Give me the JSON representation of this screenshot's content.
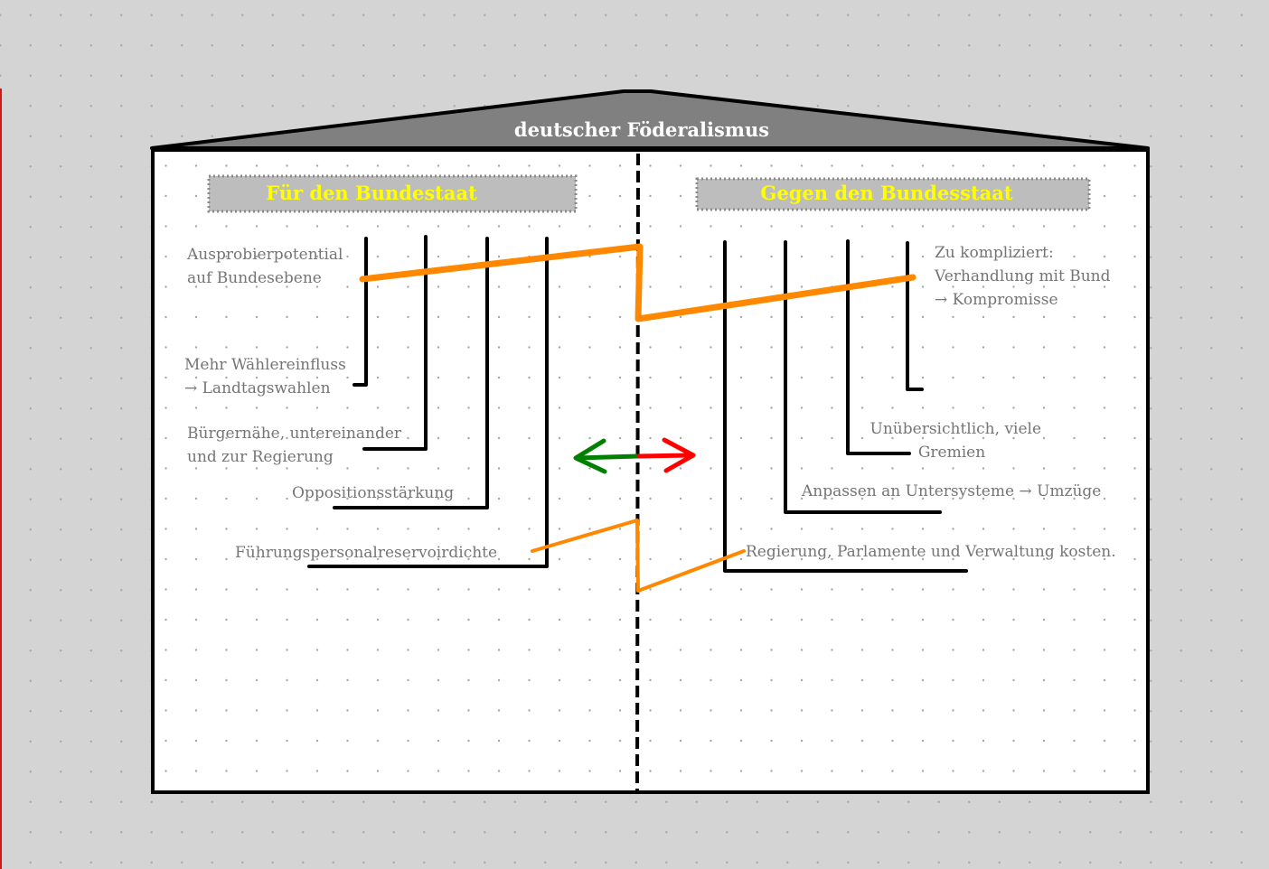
{
  "diagram": {
    "title": "deutscher Föderalismus",
    "pro": {
      "heading": "Für den Bundestaat",
      "arguments": [
        {
          "lines": [
            "Ausprobierpotential",
            "auf Bundesebene"
          ]
        },
        {
          "lines": [
            "Mehr Wählereinfluss",
            "→ Landtagswahlen"
          ]
        },
        {
          "lines": [
            "Bürgernähe, untereinander",
            "und zur Regierung"
          ]
        },
        {
          "lines": [
            "Oppositionsstärkung"
          ]
        },
        {
          "lines": [
            "Führungspersonalreservoirdichte"
          ]
        }
      ]
    },
    "contra": {
      "heading": "Gegen den Bundesstaat",
      "arguments": [
        {
          "lines": [
            "Zu kompliziert:",
            "Verhandlung mit Bund",
            "→ Kompromisse"
          ]
        },
        {
          "lines": [
            "Unübersichtlich, viele",
            "Gremien"
          ]
        },
        {
          "lines": [
            "Anpassen an Untersysteme → Umzüge"
          ]
        },
        {
          "lines": [
            "Regierung, Parlamente und Verwaltung kosten."
          ]
        }
      ]
    },
    "colors": {
      "roof": "#808080",
      "outline": "#000000",
      "header_box": "#bdbdbd",
      "header_text": "#ffff00",
      "argument_text": "#757575",
      "connector": "#ff8800",
      "arrow_pro": "#008000",
      "arrow_contra": "#ff0000",
      "board": "#ffffff",
      "background": "#d4d4d4"
    }
  }
}
